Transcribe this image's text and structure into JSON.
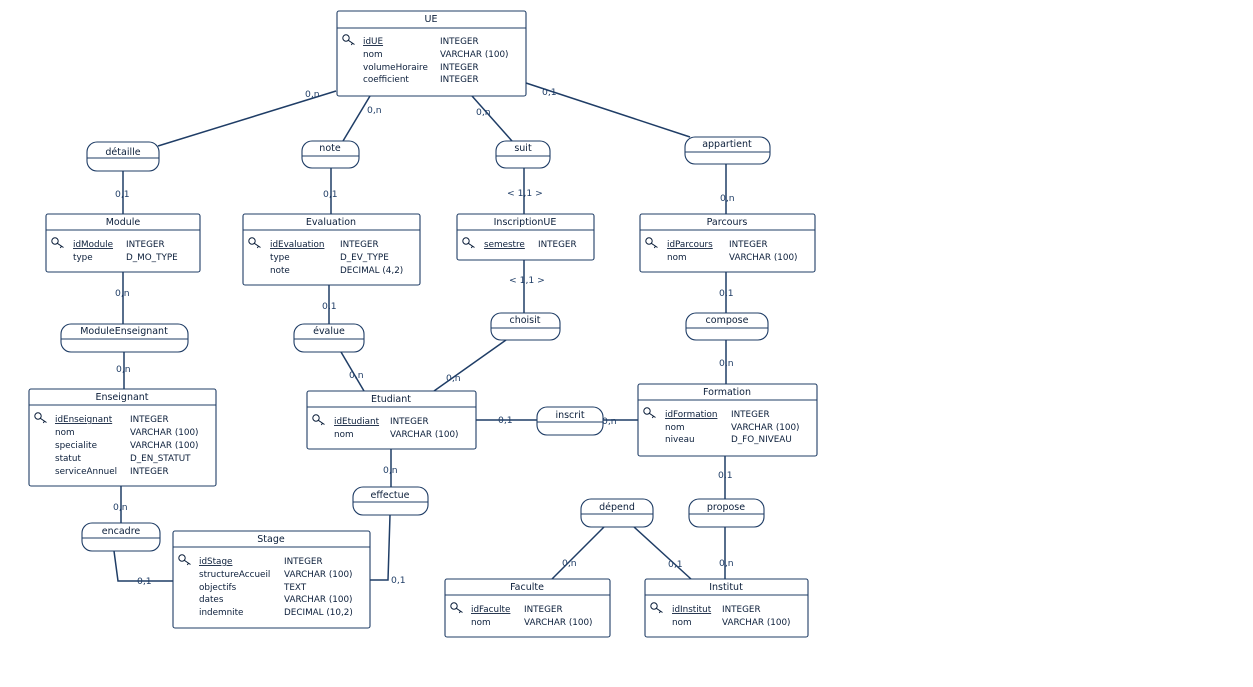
{
  "entities": {
    "ue": {
      "title": "UE",
      "rows": [
        [
          "idUE",
          "INTEGER"
        ],
        [
          "nom",
          "VARCHAR (100)"
        ],
        [
          "volumeHoraire",
          "INTEGER"
        ],
        [
          "coefficient",
          "INTEGER"
        ]
      ]
    },
    "module": {
      "title": "Module",
      "rows": [
        [
          "idModule",
          "INTEGER"
        ],
        [
          "type",
          "D_MO_TYPE"
        ]
      ]
    },
    "evaluation": {
      "title": "Evaluation",
      "rows": [
        [
          "idEvaluation",
          "INTEGER"
        ],
        [
          "type",
          "D_EV_TYPE"
        ],
        [
          "note",
          "DECIMAL (4,2)"
        ]
      ]
    },
    "inscriptionue": {
      "title": "InscriptionUE",
      "rows": [
        [
          "semestre",
          "INTEGER"
        ]
      ]
    },
    "parcours": {
      "title": "Parcours",
      "rows": [
        [
          "idParcours",
          "INTEGER"
        ],
        [
          "nom",
          "VARCHAR (100)"
        ]
      ]
    },
    "enseignant": {
      "title": "Enseignant",
      "rows": [
        [
          "idEnseignant",
          "INTEGER"
        ],
        [
          "nom",
          "VARCHAR (100)"
        ],
        [
          "specialite",
          "VARCHAR (100)"
        ],
        [
          "statut",
          "D_EN_STATUT"
        ],
        [
          "serviceAnnuel",
          "INTEGER"
        ]
      ]
    },
    "etudiant": {
      "title": "Etudiant",
      "rows": [
        [
          "idEtudiant",
          "INTEGER"
        ],
        [
          "nom",
          "VARCHAR (100)"
        ]
      ]
    },
    "formation": {
      "title": "Formation",
      "rows": [
        [
          "idFormation",
          "INTEGER"
        ],
        [
          "nom",
          "VARCHAR (100)"
        ],
        [
          "niveau",
          "D_FO_NIVEAU"
        ]
      ]
    },
    "stage": {
      "title": "Stage",
      "rows": [
        [
          "idStage",
          "INTEGER"
        ],
        [
          "structureAccueil",
          "VARCHAR (100)"
        ],
        [
          "objectifs",
          "TEXT"
        ],
        [
          "dates",
          "VARCHAR (100)"
        ],
        [
          "indemnite",
          "DECIMAL (10,2)"
        ]
      ]
    },
    "faculte": {
      "title": "Faculte",
      "rows": [
        [
          "idFaculte",
          "INTEGER"
        ],
        [
          "nom",
          "VARCHAR (100)"
        ]
      ]
    },
    "institut": {
      "title": "Institut",
      "rows": [
        [
          "idInstitut",
          "INTEGER"
        ],
        [
          "nom",
          "VARCHAR (100)"
        ]
      ]
    }
  },
  "relations": {
    "detaille": "détaille",
    "note": "note",
    "suit": "suit",
    "appartient": "appartient",
    "moduleenseignant": "ModuleEnseignant",
    "evalue": "évalue",
    "choisit": "choisit",
    "compose": "compose",
    "inscrit": "inscrit",
    "effectue": "effectue",
    "encadre": "encadre",
    "depend": "dépend",
    "propose": "propose"
  },
  "cardinalities": {
    "ue_detaille": "0,n",
    "ue_note": "0,n",
    "ue_suit": "0,n",
    "ue_appartient": "0,1",
    "module_detaille": "0,1",
    "evaluation_note": "0,1",
    "inscriptionue_suit": "< 1,1 >",
    "parcours_appartient": "0,n",
    "module_moduleenseignant": "0,n",
    "evaluation_evalue": "0,1",
    "inscriptionue_choisit": "< 1,1 >",
    "parcours_compose": "0,1",
    "enseignant_moduleenseignant": "0,n",
    "etudiant_evalue": "0,n",
    "etudiant_choisit": "0,n",
    "formation_compose": "0,n",
    "etudiant_inscrit": "0,1",
    "formation_inscrit": "0,n",
    "etudiant_effectue": "0,n",
    "formation_propose": "0,1",
    "enseignant_encadre": "0,n",
    "stage_encadre": "0,1",
    "stage_effectue": "0,1",
    "faculte_depend": "0,n",
    "institut_depend": "0,1",
    "institut_propose": "0,n"
  },
  "colors": {
    "line": "#1f3d66",
    "text": "#0b1e3a"
  }
}
